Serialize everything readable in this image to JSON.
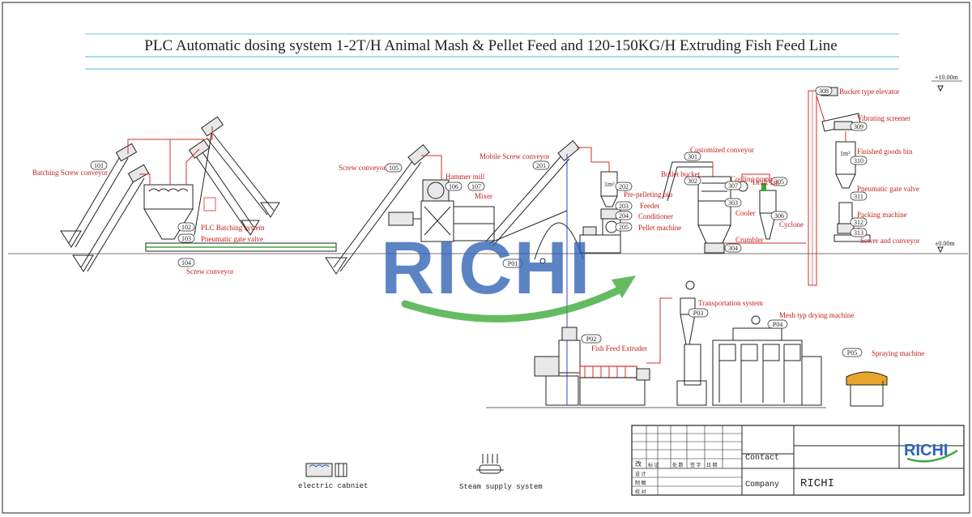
{
  "title": "PLC Automatic dosing system 1-2T/H Animal Mash & Pellet Feed and 120-150KG/H Extruding Fish Feed Line",
  "levels": {
    "top": "+10.00m",
    "ground": "±0.00m"
  },
  "brand": {
    "watermark": "RICHI",
    "logo": "RICHI",
    "blue": "#2f62b5",
    "green": "#3aa837",
    "accent_red": "#c0201a"
  },
  "equipment": [
    {
      "num": "101",
      "label": "Batching Screw conveyor"
    },
    {
      "num": "102",
      "label": "PLC Batching system"
    },
    {
      "num": "103",
      "label": "Pneumatic gate valve"
    },
    {
      "num": "104",
      "label": "Screw conveyor"
    },
    {
      "num": "105",
      "label": "Screw conveyor"
    },
    {
      "num": "106",
      "label": "Hammer mill"
    },
    {
      "num": "107",
      "label": "Mixer"
    },
    {
      "num": "201",
      "label": "Mobile Screw conveyor"
    },
    {
      "num": "202",
      "label": "Pre-pelleting bin"
    },
    {
      "num": "203",
      "label": "Feeder"
    },
    {
      "num": "204",
      "label": "Conditioner"
    },
    {
      "num": "205",
      "label": "Pellet machine"
    },
    {
      "num": "301",
      "label": "Customized conveyor"
    },
    {
      "num": "302",
      "label": "Bullet bucket"
    },
    {
      "num": "303",
      "label": "Cooler"
    },
    {
      "num": "304",
      "label": "Crumbler"
    },
    {
      "num": "305",
      "label": "Draft fan"
    },
    {
      "num": "306",
      "label": "Cyclone"
    },
    {
      "num": "307",
      "label": "Cooling pump"
    },
    {
      "num": "308",
      "label": "Bucket type elevator"
    },
    {
      "num": "309",
      "label": "Vibrating screener"
    },
    {
      "num": "310",
      "label": "Finished goods bin"
    },
    {
      "num": "311",
      "label": "Pneumatic gate valve"
    },
    {
      "num": "312",
      "label": "Packing machine"
    },
    {
      "num": "313",
      "label": "Sewer and conveyor"
    },
    {
      "num": "P01",
      "label": ""
    },
    {
      "num": "P02",
      "label": "Fish Feed Extruder"
    },
    {
      "num": "P03",
      "label": "Transportation system"
    },
    {
      "num": "P04",
      "label": "Mesh typ drying machine"
    },
    {
      "num": "P05",
      "label": "Spraying machine"
    }
  ],
  "bin_marks": {
    "pre_pelleting": "1m³",
    "finished": "1m³"
  },
  "legend": {
    "electric": "electric cabniet",
    "steam": "Steam supply system"
  },
  "title_block": {
    "revision": "改",
    "header_cells": [
      "标 记",
      "处 数",
      "签 字",
      "日 期"
    ],
    "row_labels": [
      "设 计",
      "制 图",
      "校 对"
    ],
    "contact_label": "Contact",
    "contact_value": "",
    "company_label": "Company",
    "company_value": "RICHI",
    "logo": "RICHI"
  }
}
